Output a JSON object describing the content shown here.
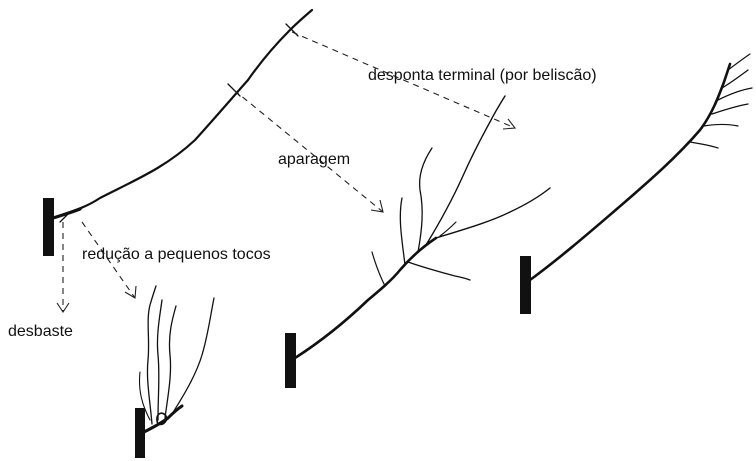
{
  "labels": {
    "desponta": "desponta terminal (por beliscão)",
    "aparagem": "aparagem",
    "reducao": "redução a pequenos tocos",
    "desbaste": "desbaste"
  }
}
